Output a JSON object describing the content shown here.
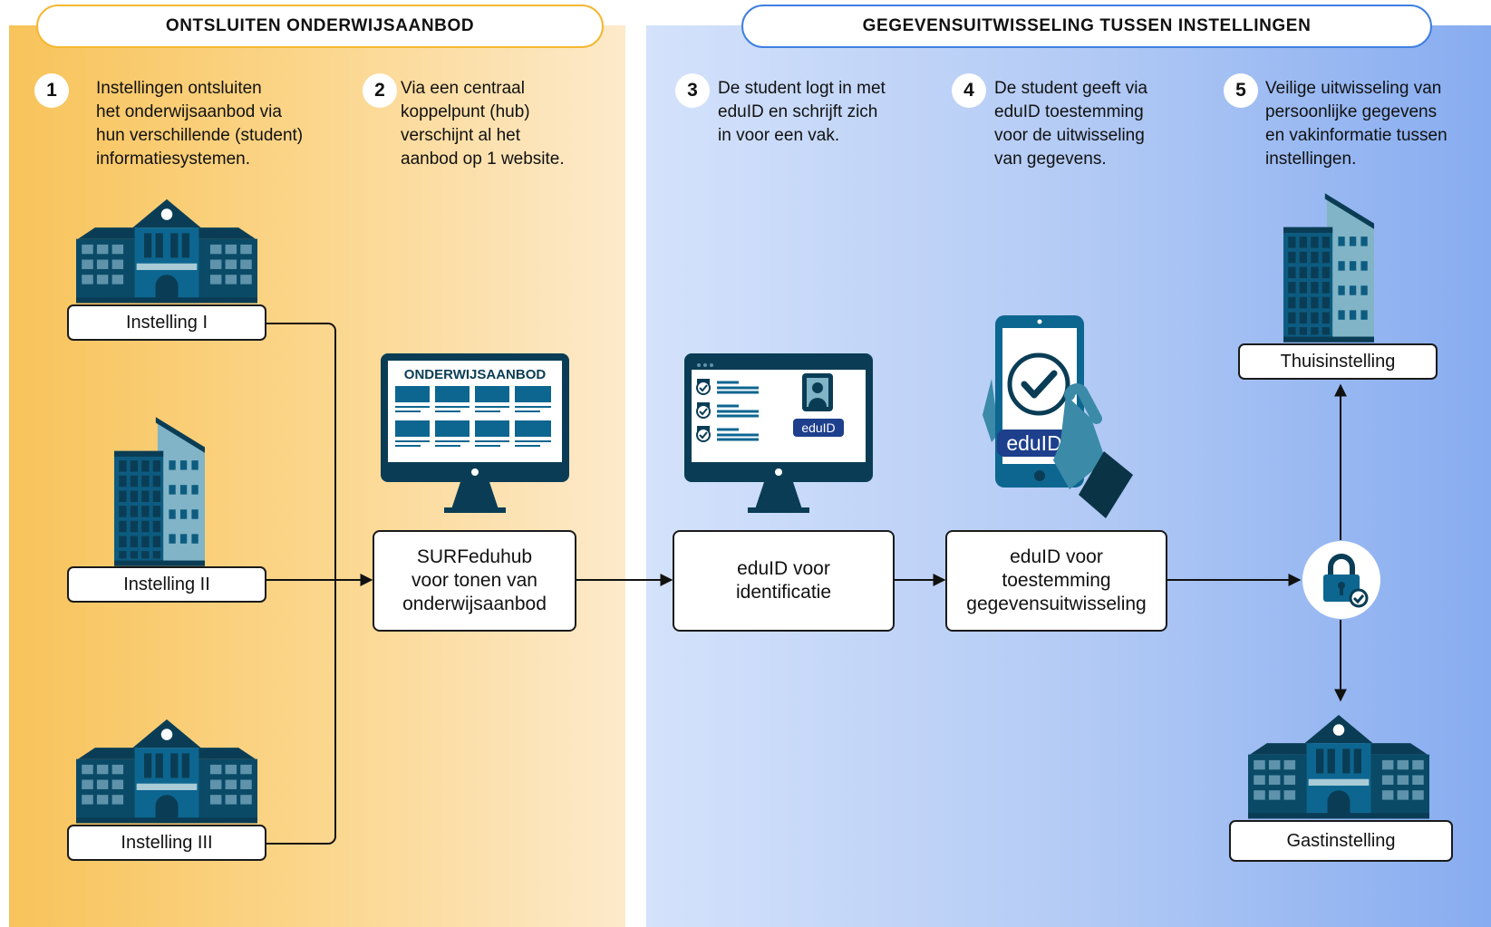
{
  "sections": {
    "left_title": "ONTSLUITEN ONDERWIJSAANBOD",
    "right_title": "GEGEVENSUITWISSELING TUSSEN INSTELLINGEN"
  },
  "steps": [
    {
      "number": "1",
      "text": "Instellingen ontsluiten\nhet onderwijsaanbod via\nhun verschillende (student)\ninformatiesystemen."
    },
    {
      "number": "2",
      "text": "Via een centraal\nkoppelpunt (hub)\nverschijnt al het\naanbod op 1 website."
    },
    {
      "number": "3",
      "text": "De student logt in met\neduID en schrijft zich\nin voor een vak."
    },
    {
      "number": "4",
      "text": "De student geeft via\neduID toestemming\nvoor de uitwisseling\nvan gegevens."
    },
    {
      "number": "5",
      "text": "Veilige uitwisseling van\npersoonlijke gegevens\nen vakinformatie tussen\ninstellingen."
    }
  ],
  "institutions": {
    "inst1": "Instelling I",
    "inst2": "Instelling II",
    "inst3": "Instelling III",
    "home": "Thuisinstelling",
    "guest": "Gastinstelling"
  },
  "process": {
    "hub": "SURFeduhub\nvoor tonen van\nonderwijsaanbod",
    "identification": "eduID voor\nidentificatie",
    "consent": "eduID voor\ntoestemming\ngegevensuitwisseling"
  },
  "screens": {
    "monitor_heading": "ONDERWIJSAANBOD",
    "eduid_badge": "eduID",
    "phone_badge": "eduID"
  },
  "icons": {
    "institution_1": "school-building-icon",
    "institution_2": "office-tower-icon",
    "institution_3": "school-building-icon",
    "home": "office-tower-icon",
    "guest": "school-building-icon",
    "hub": "monitor-offerings-icon",
    "login": "monitor-login-icon",
    "consent": "smartphone-check-icon",
    "secure": "padlock-check-icon"
  },
  "colors": {
    "left_accent": "#f5b731",
    "right_accent": "#3f7fe0",
    "icon_dark": "#0a3d55",
    "icon_mid": "#0d6690",
    "icon_light": "#80b4c6",
    "eduid_blue": "#1d3f8c"
  }
}
